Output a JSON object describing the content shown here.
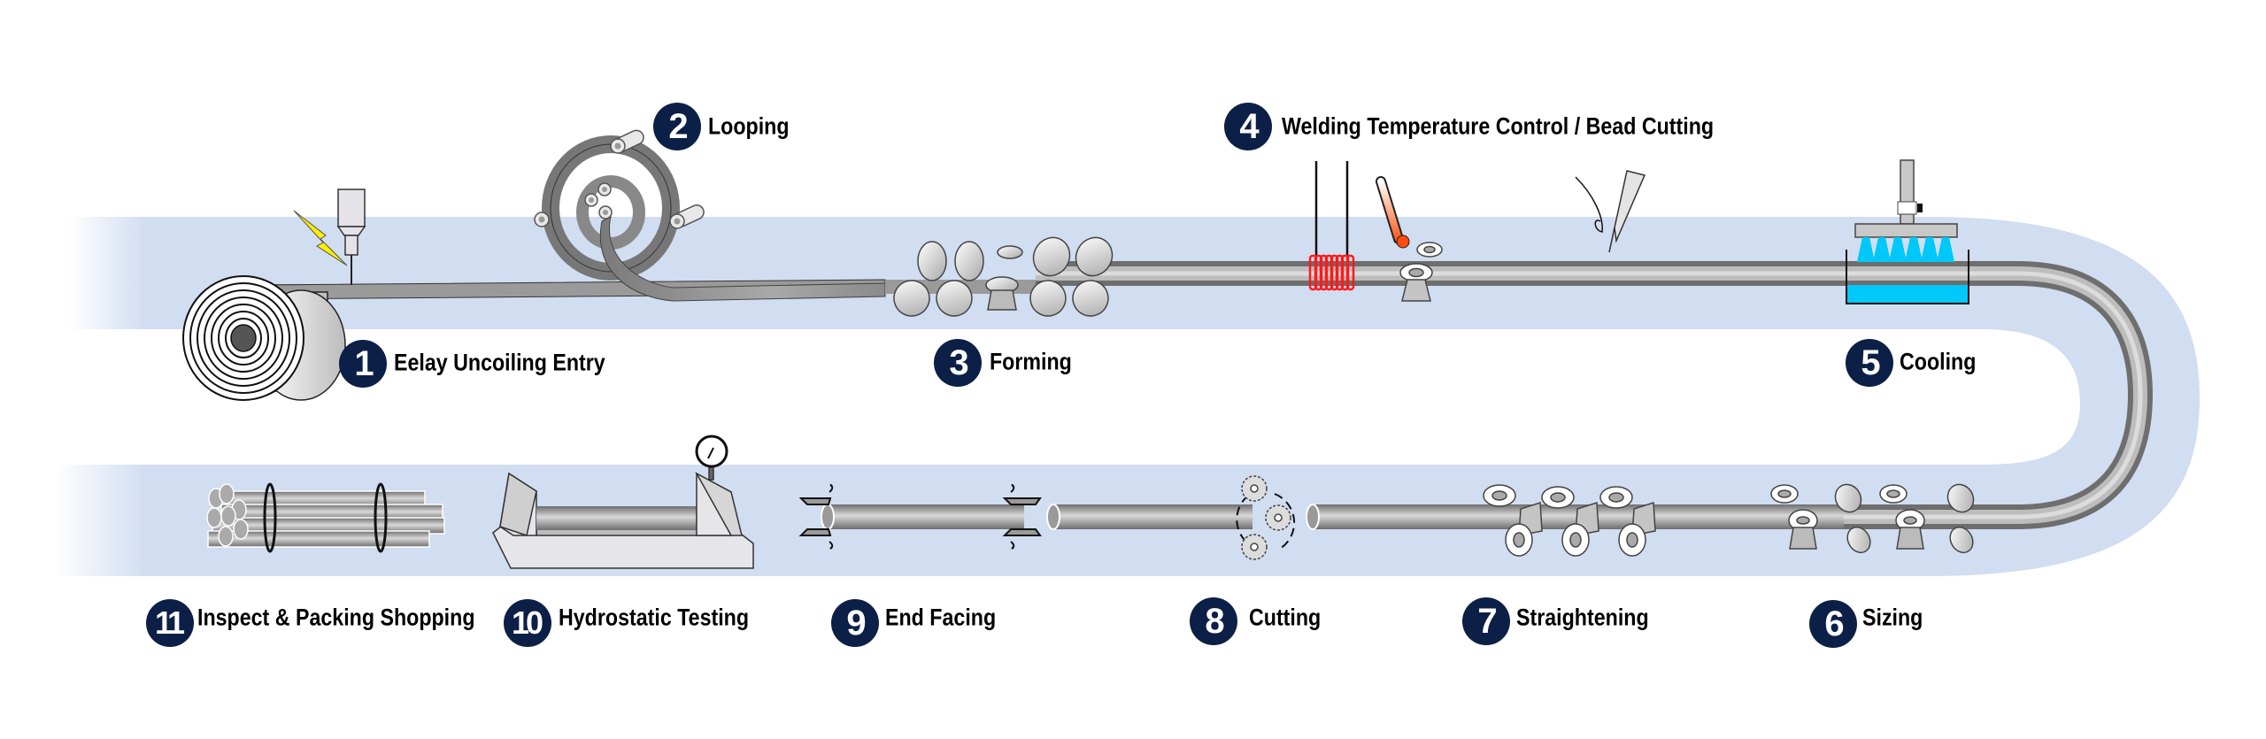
{
  "title": "Pipe production line process",
  "colors": {
    "band": "#d1ddf1",
    "badge": "#0c1f47",
    "pipe_dark": "#7a7a7a",
    "pipe_light": "#d4d4d4",
    "coil_red": "#ff1a1a",
    "cooling_water": "#00c8f8",
    "spark_yellow": "#ffee00"
  },
  "steps": [
    {
      "number": "1",
      "label": "Eelay Uncoiling Entry",
      "icon": "coil-uncoiler-icon"
    },
    {
      "number": "2",
      "label": "Looping",
      "icon": "strip-accumulator-icon"
    },
    {
      "number": "3",
      "label": "Forming",
      "icon": "forming-rolls-icon"
    },
    {
      "number": "4",
      "label": "Welding Temperature Control  / Bead Cutting",
      "icon": "induction-welder-icon"
    },
    {
      "number": "5",
      "label": "Cooling",
      "icon": "spray-cooling-tank-icon"
    },
    {
      "number": "6",
      "label": "Sizing",
      "icon": "sizing-rolls-icon"
    },
    {
      "number": "7",
      "label": "Straightening",
      "icon": "straightening-rolls-icon"
    },
    {
      "number": "8",
      "label": "Cutting",
      "icon": "saw-blades-icon"
    },
    {
      "number": "9",
      "label": "End Facing",
      "icon": "end-facing-tools-icon"
    },
    {
      "number": "10",
      "label": "Hydrostatic Testing",
      "icon": "hydrostatic-tester-icon"
    },
    {
      "number": "11",
      "label": "Inspect & Packing Shopping",
      "icon": "pipe-bundle-icon"
    }
  ]
}
